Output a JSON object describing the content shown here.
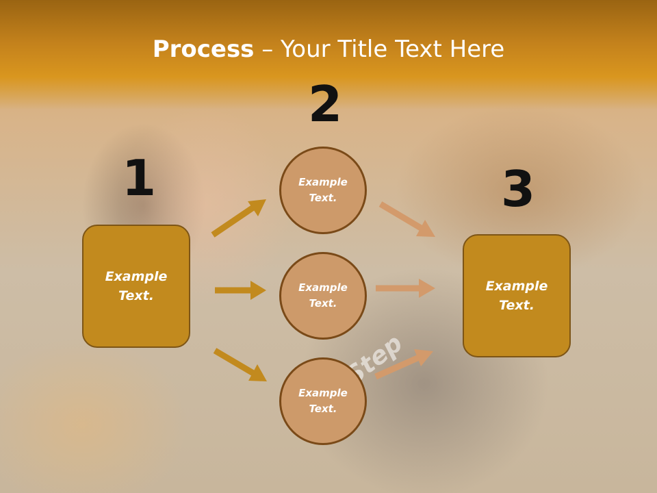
{
  "slide": {
    "title_strong": "Process",
    "title_rest": " – Your Title Text Here",
    "steps": {
      "one": "1",
      "two": "2",
      "three": "3"
    },
    "left_box": "Example Text.",
    "circles": [
      "Example Text.",
      "Example Text.",
      "Example Text."
    ],
    "right_box": "Example Text.",
    "watermark": "Step"
  },
  "colors": {
    "title_band": "#c4821c",
    "box_fill": "#c28a1e",
    "box_border": "#7d5516",
    "circle_fill": "#cd9a6a",
    "circle_border": "#7a4a18",
    "arrow_dark": "#c28a1e",
    "arrow_light": "#d39a6b",
    "number": "#111111"
  }
}
